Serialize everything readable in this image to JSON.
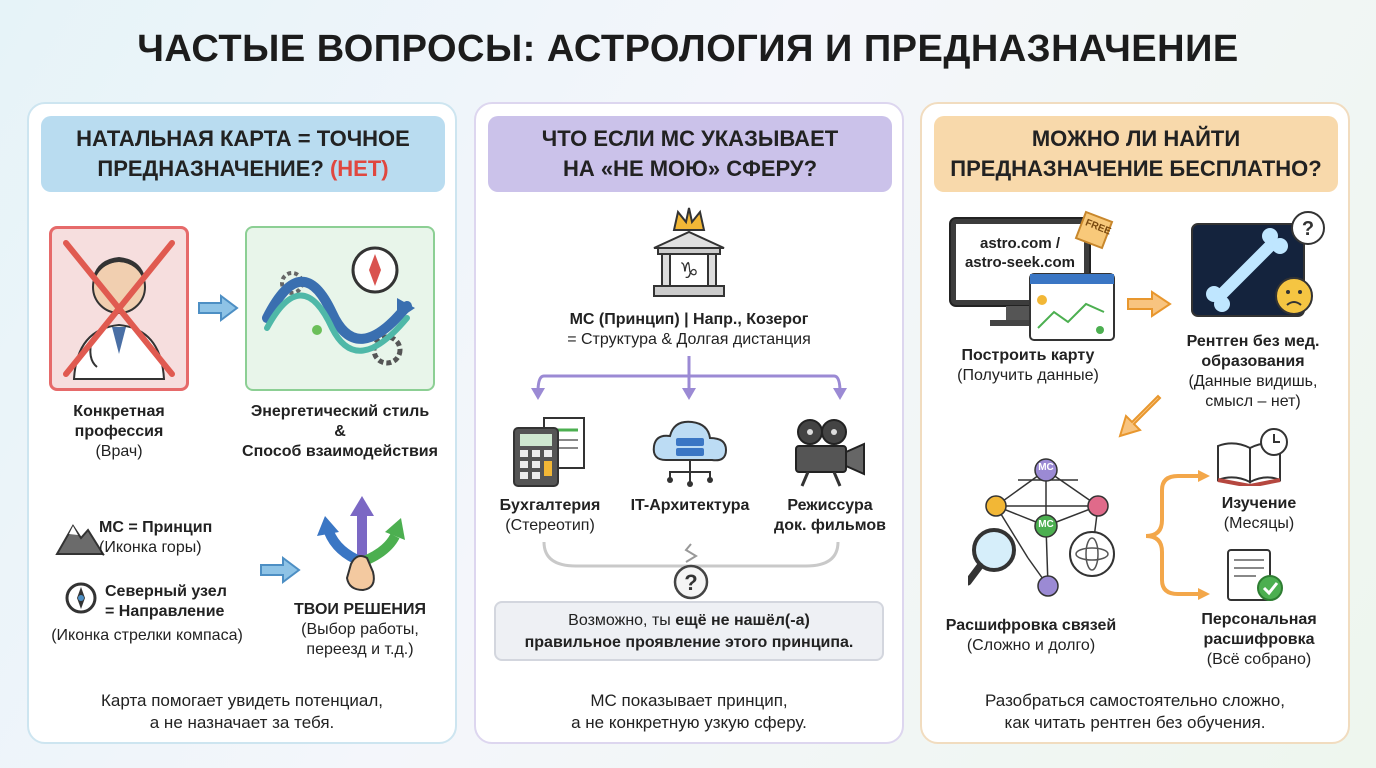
{
  "title": "ЧАСТЫЕ ВОПРОСЫ: АСТРОЛОГИЯ И ПРЕДНАЗНАЧЕНИЕ",
  "panel1": {
    "heading_line1": "НАТАЛЬНАЯ КАРТА = ТОЧНОЕ",
    "heading_line2": "ПРЕДНАЗНАЧЕНИЕ?",
    "heading_badge": "(НЕТ)",
    "left_label_line1": "Конкретная",
    "left_label_line2": "профессия",
    "left_label_line3": "(Врач)",
    "right_label_line1": "Энергетический стиль",
    "right_label_line2": "&",
    "right_label_line3": "Способ взаимодействия",
    "mc_title": "MC = Принцип",
    "mc_sub": "(Иконка горы)",
    "node_title_line1": "Северный узел",
    "node_title_line2": "= Направление",
    "node_sub": "(Иконка стрелки компаса)",
    "decisions_title": "ТВОИ РЕШЕНИЯ",
    "decisions_sub_line1": "(Выбор работы,",
    "decisions_sub_line2": "переезд и т.д.)",
    "footer_line1": "Карта помогает увидеть потенциал,",
    "footer_line2": "а не назначает за тебя."
  },
  "panel2": {
    "heading_line1": "ЧТО ЕСЛИ MC УКАЗЫВАЕТ",
    "heading_line2": "НА «НЕ МОЮ» СФЕРУ?",
    "mc_line1": "MC (Принцип) | Напр., Козерог",
    "mc_line2": "= Структура & Долгая дистанция",
    "branch1_title": "Бухгалтерия",
    "branch1_sub": "(Стереотип)",
    "branch2_title": "IT-Архитектура",
    "branch3_title_line1": "Режиссура",
    "branch3_title_line2": "док. фильмов",
    "note_plain": "Возможно, ты ",
    "note_bold1": "ещё не нашёл(-а)",
    "note_bold2": "правильное проявление этого принципа.",
    "footer_line1": "MC показывает принцип,",
    "footer_line2": "а не конкретную узкую сферу."
  },
  "panel3": {
    "heading_line1": "МОЖНО ЛИ НАЙТИ",
    "heading_line2": "ПРЕДНАЗНАЧЕНИЕ БЕСПЛАТНО?",
    "screen_line1": "astro.com /",
    "screen_line2": "astro-seek.com",
    "free_tag": "FREE",
    "step1_title": "Построить карту",
    "step1_sub": "(Получить данные)",
    "step2_title_line1": "Рентген без мед.",
    "step2_title_line2": "образования",
    "step2_sub_line1": "(Данные видишь,",
    "step2_sub_line2": "смысл – нет)",
    "mc_node": "MC",
    "step3_title": "Расшифровка связей",
    "step3_sub": "(Сложно и долго)",
    "opt1_title": "Изучение",
    "opt1_sub": "(Месяцы)",
    "opt2_title_line1": "Персональная",
    "opt2_title_line2": "расшифровка",
    "opt2_sub": "(Всё собрано)",
    "footer_line1": "Разобраться самостоятельно сложно,",
    "footer_line2": "как читать рентген без обучения."
  },
  "colors": {
    "accent_blue": "#b9dcf0",
    "accent_purple": "#cbc2ea",
    "accent_orange": "#f8d9ab",
    "no_red": "#e0473f",
    "arrow_blue": "#6aa9d8",
    "arrow_orange": "#f3a74a"
  },
  "icons": [
    "doctor-icon",
    "energy-wave-icon",
    "compass-icon",
    "mountain-icon",
    "crossroads-arrows-icon",
    "crown-temple-icon",
    "calculator-icon",
    "cloud-server-icon",
    "film-camera-icon",
    "question-icon",
    "computer-icon",
    "xray-bone-icon",
    "network-magnifier-icon",
    "book-clock-icon",
    "scroll-check-icon"
  ]
}
